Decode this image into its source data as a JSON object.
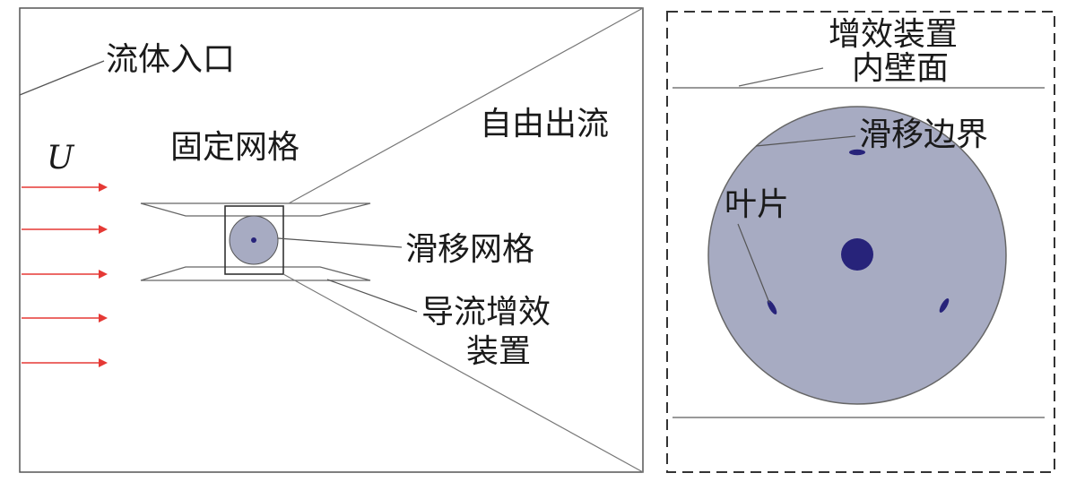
{
  "labels": {
    "fluid_inlet": "流体入口",
    "velocity": "U",
    "fixed_mesh": "固定网格",
    "free_outflow": "自由出流",
    "sliding_mesh": "滑移网格",
    "guide_device_line1": "导流增效",
    "guide_device_line2": "装置",
    "inner_wall_line1": "增效装置",
    "inner_wall_line2": "内壁面",
    "sliding_boundary": "滑移边界",
    "blade": "叶片"
  },
  "colors": {
    "outline": "#555555",
    "arrow": "#e53935",
    "rotor_fill": "#a7abc2",
    "hub": "#27237a",
    "dashed_border": "#333333"
  }
}
